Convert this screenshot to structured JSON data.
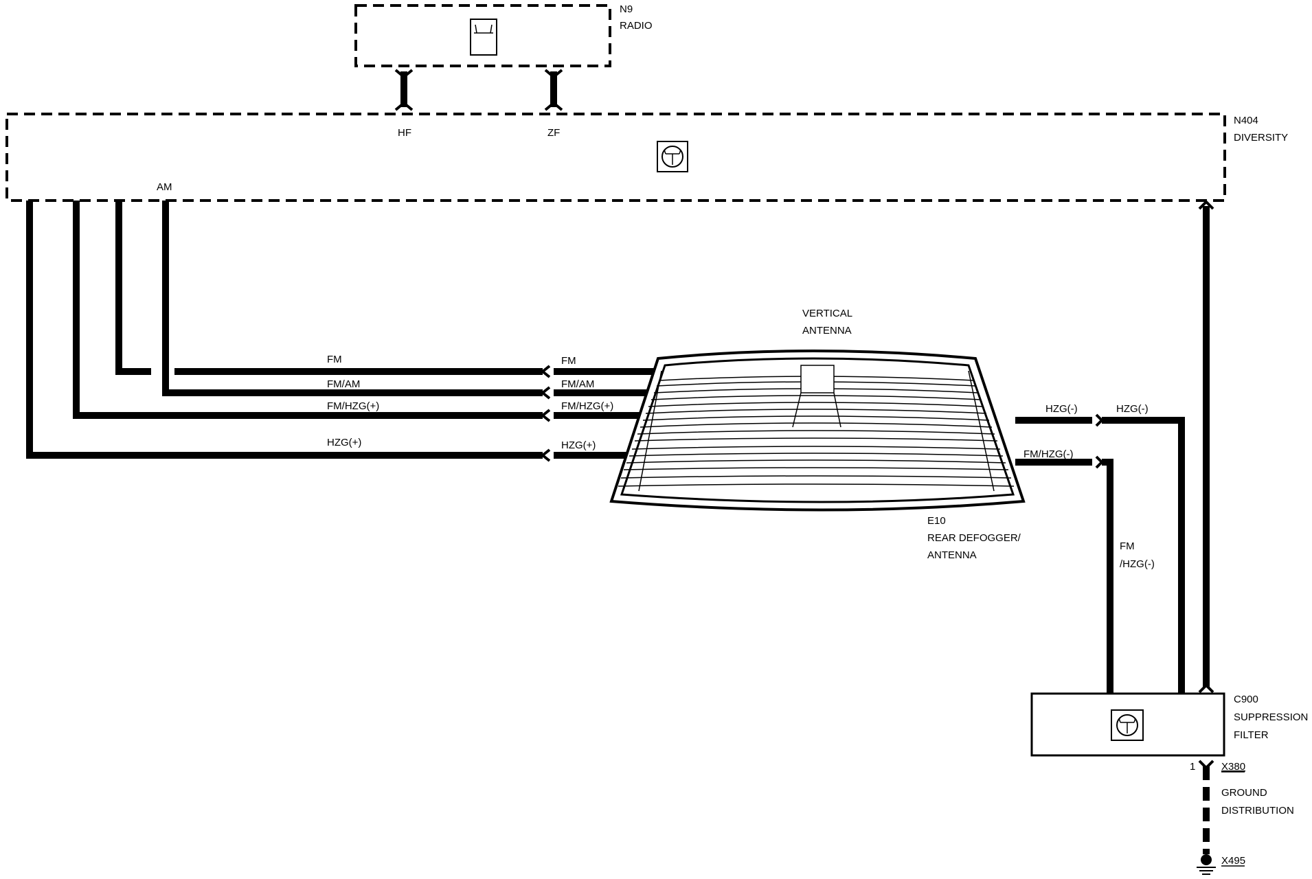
{
  "components": {
    "radio": {
      "id": "N9",
      "name": "RADIO",
      "pin_hf": "HF",
      "pin_zf": "ZF"
    },
    "diversity": {
      "id": "N404",
      "name": "DIVERSITY",
      "pin_am": "AM"
    },
    "defogger": {
      "id": "E10",
      "name_line1": "REAR DEFOGGER/",
      "name_line2": "ANTENNA",
      "vertical_antenna_line1": "VERTICAL",
      "vertical_antenna_line2": "ANTENNA"
    },
    "filter": {
      "id": "C900",
      "name_line1": "SUPPRESSION",
      "name_line2": "FILTER"
    },
    "ground": {
      "connector_top": "X380",
      "pin": "1",
      "name_line1": "GROUND",
      "name_line2": "DISTRIBUTION",
      "connector_bottom": "X495"
    }
  },
  "wires": {
    "fm_left": "FM",
    "fm_right": "FM",
    "fmam_left": "FM/AM",
    "fmam_right": "FM/AM",
    "fmhzgp_left": "FM/HZG(+)",
    "fmhzgp_right": "FM/HZG(+)",
    "hzgp_left": "HZG(+)",
    "hzgp_right": "HZG(+)",
    "hzgm_left": "HZG(-)",
    "hzgm_right": "HZG(-)",
    "fmhzgm": "FM/HZG(-)",
    "vert_fm_line1": "FM",
    "vert_fm_line2": "/HZG(-)"
  }
}
